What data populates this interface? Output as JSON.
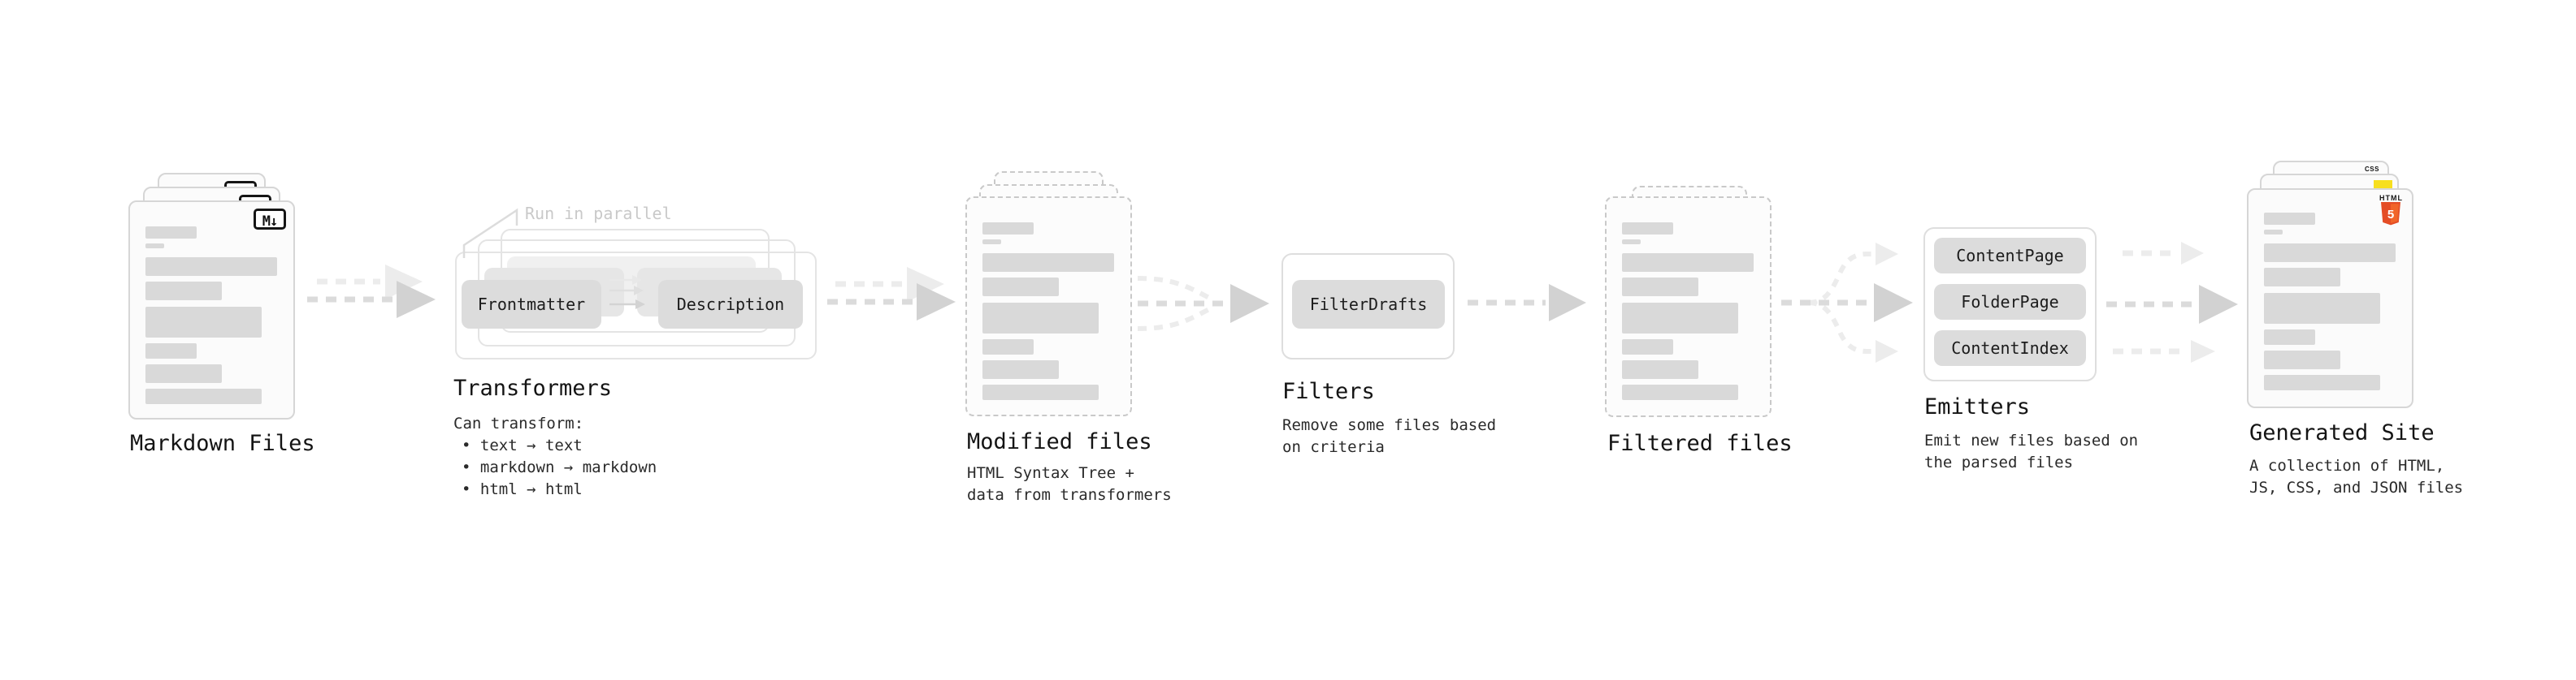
{
  "stages": {
    "markdown_files": {
      "label": "Markdown Files",
      "badge": "M↓"
    },
    "transformers": {
      "label": "Transformers",
      "annotation": "Run in parallel",
      "pill_left": "Frontmatter",
      "pill_right": "Description",
      "note_title": "Can transform:",
      "bullets": [
        "• text → text",
        "• markdown → markdown",
        "• html → html"
      ]
    },
    "modified_files": {
      "label": "Modified files",
      "sublabel": "HTML Syntax Tree +\ndata from transformers"
    },
    "filters": {
      "label": "Filters",
      "pill": "FilterDrafts",
      "sublabel": "Remove some files based\non criteria"
    },
    "filtered_files": {
      "label": "Filtered files"
    },
    "emitters": {
      "label": "Emitters",
      "pills": [
        "ContentPage",
        "FolderPage",
        "ContentIndex"
      ],
      "sublabel": "Emit new files based on\nthe parsed files"
    },
    "generated_site": {
      "label": "Generated Site",
      "sublabel": "A collection of HTML,\nJS, CSS, and JSON files",
      "badge_css": "CSS",
      "badge_html": "HTML",
      "badge_html_number": "5"
    }
  },
  "colors": {
    "background": "#ffffff",
    "card_border": "#d6d6d6",
    "dashed_border": "#c9c9c9",
    "doc_bar": "#d9d9d9",
    "pill_fill": "#dcdcdc",
    "container_outline": "#e4e4e4",
    "arrow_main": "#d2d2d2",
    "arrow_faint": "#ececec",
    "heading_text": "#141414",
    "annotation_text": "#c9c9c9",
    "markdown_badge_border": "#151515",
    "css_blue": "#2965f1",
    "js_yellow": "#f7df1e",
    "html5_orange": "#e44d26",
    "html5_orange_light": "#f16529"
  }
}
